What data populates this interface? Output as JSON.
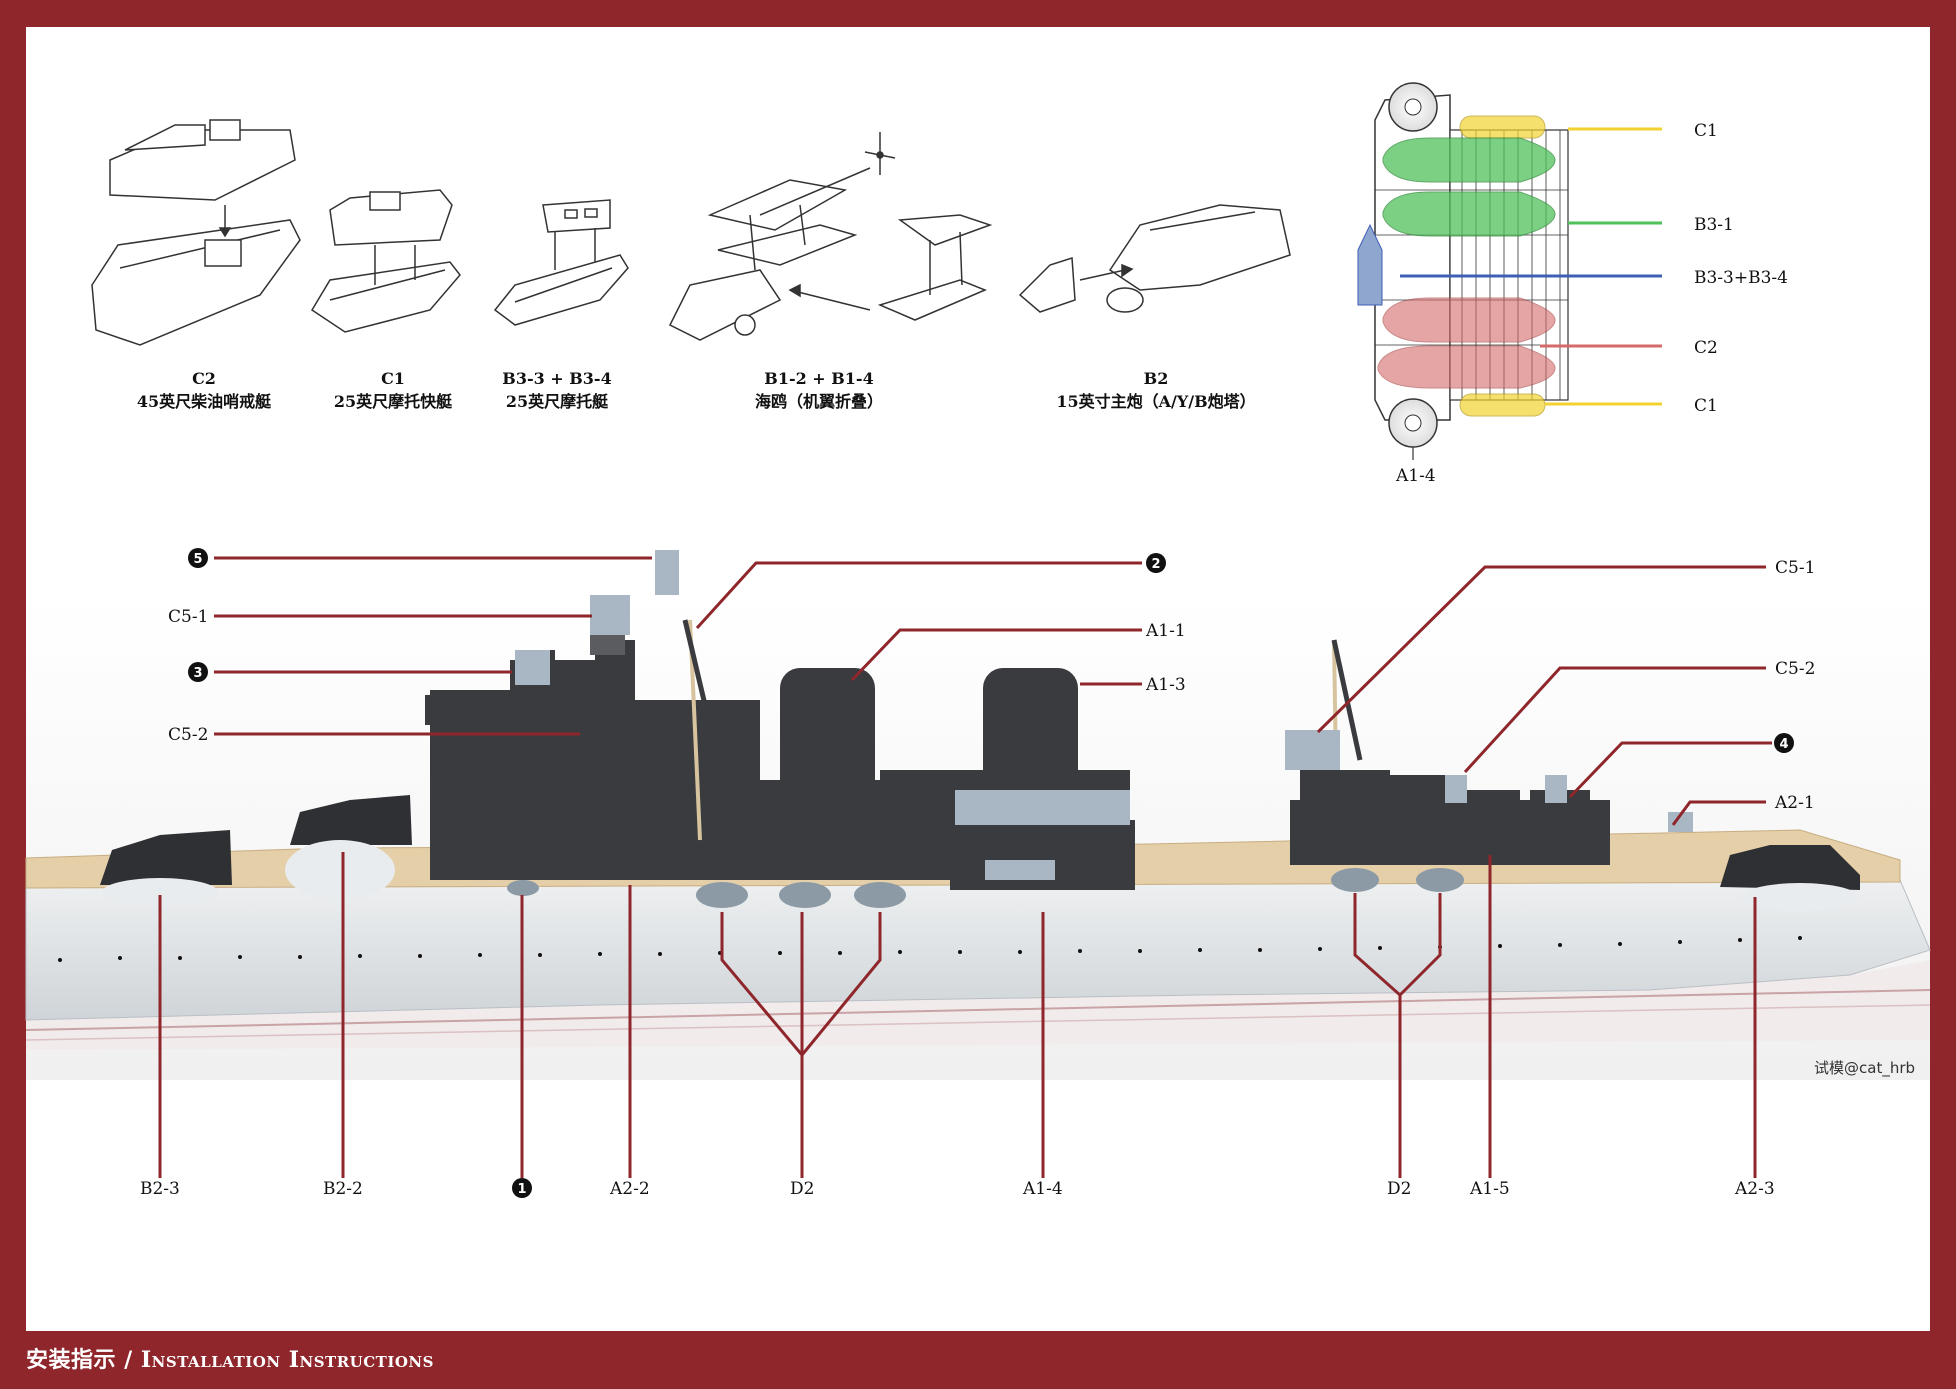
{
  "parts": [
    {
      "code": "C2",
      "name": "45英尺柴油哨戒艇"
    },
    {
      "code": "C1",
      "name": "25英尺摩托快艇"
    },
    {
      "code": "B3-3 + B3-4",
      "name": "25英尺摩托艇"
    },
    {
      "code": "B1-2 + B1-4",
      "name": "海鸥（机翼折叠）"
    },
    {
      "code": "B2",
      "name": "15英寸主炮（A/Y/B炮塔）"
    }
  ],
  "boat_deck": {
    "labels": [
      "C1",
      "B3-1",
      "B3-3+B3-4",
      "C2",
      "C1",
      "A1-4"
    ],
    "colors": {
      "yellow": "#f2d230",
      "green": "#4fc15a",
      "blue": "#3f5fb5",
      "red": "#d46a6a"
    }
  },
  "callouts": {
    "left": [
      "5",
      "C5-1",
      "3",
      "C5-2"
    ],
    "right": [
      "2",
      "A1-1",
      "A1-3",
      "C5-1",
      "C5-2",
      "4",
      "A2-1"
    ],
    "bottom": [
      "B2-3",
      "B2-2",
      "1",
      "A2-2",
      "D2",
      "A1-4",
      "D2",
      "A1-5",
      "A2-3"
    ]
  },
  "credit": "试模@cat_hrb",
  "footer": {
    "zh": "安装指示 / ",
    "en": "Installation Instructions"
  },
  "colors": {
    "frame": "#8e262b",
    "leader": "#8e262b",
    "hull": "#d9dde0",
    "deck": "#e5cfa8",
    "superstructure": "#3a3b3e",
    "grey_parts": "#a9b7c4"
  }
}
